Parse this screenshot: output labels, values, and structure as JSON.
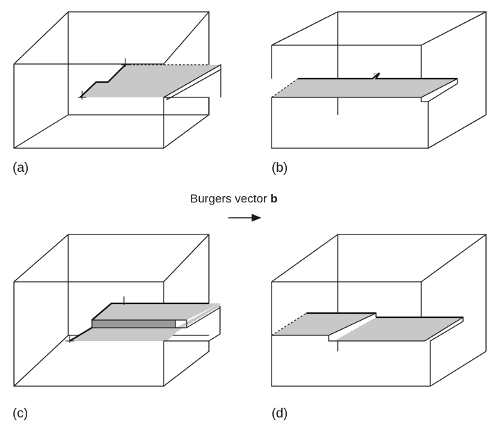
{
  "panels": [
    {
      "id": "a",
      "label": "(a)"
    },
    {
      "id": "b",
      "label": "(b)"
    },
    {
      "id": "c",
      "label": "(c)"
    },
    {
      "id": "d",
      "label": "(d)"
    }
  ],
  "burgers": {
    "text": "Burgers vector ",
    "symbol": "b"
  }
}
